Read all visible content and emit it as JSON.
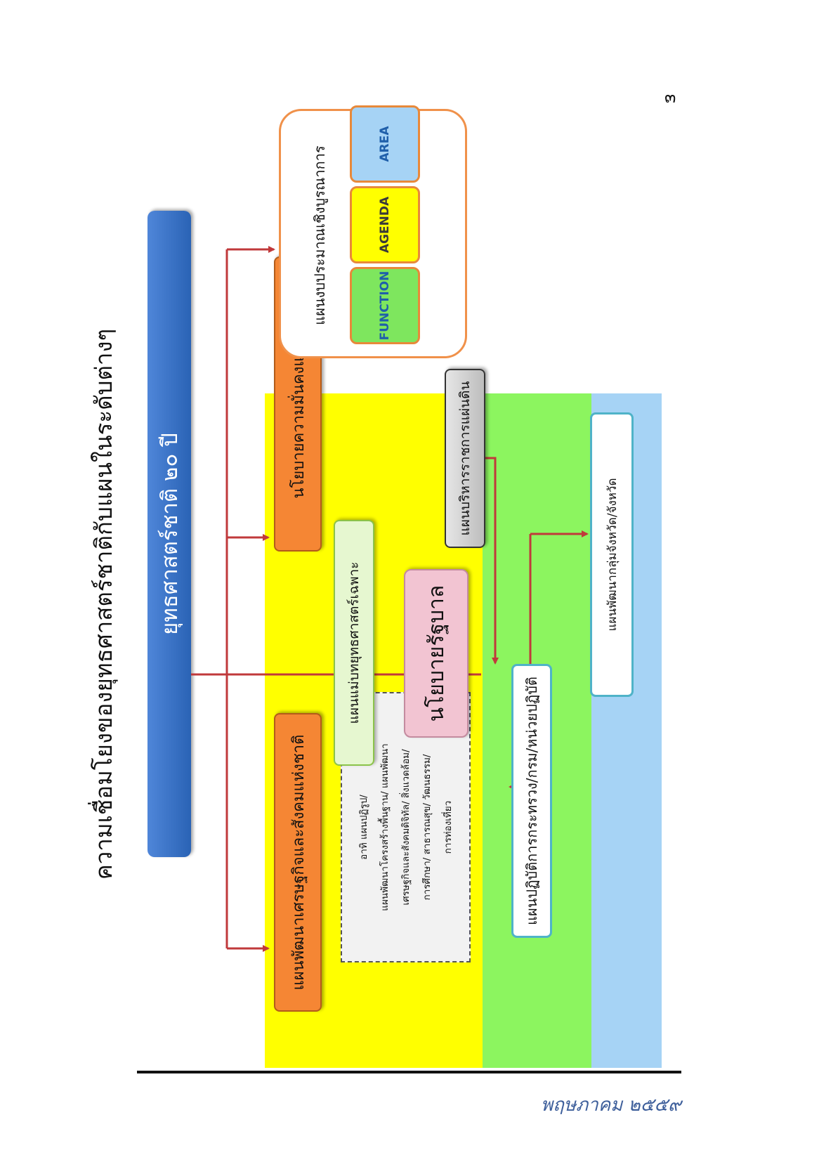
{
  "page_number": "๓",
  "footer": {
    "date": "พฤษภาคม ๒๕๕๙"
  },
  "diagram": {
    "title": "ความเชื่อมโยงของยุทธศาสตร์ชาติกับแผนในระดับต่างๆ",
    "strategy": "ยุทธศาสตร์ชาติ ๒๐ ปี",
    "economic_social_plan": "แผนพัฒนาเศรษฐกิจและสังคมแห่งชาติ",
    "security_policy": "นโยบายความมั่นคงแห่งชาติ",
    "strategy_master_plan": "แผนแม่บทยุทธศาสตร์เฉพาะ",
    "examples": {
      "lines": [
        "อาทิ แผนปฏิรูป/",
        "แผนพัฒนาโครงสร้างพื้นฐาน/ แผนพัฒนา",
        "เศรษฐกิจและสังคมดิจิทัล/ สิ่งแวดล้อม/",
        "การศึกษา/ สาธารณสุข/ วัฒนธรรม/",
        "การท่องเที่ยว"
      ]
    },
    "government_policy": "นโยบายรัฐบาล",
    "land_admin_plan": "แผนบริหารราชการแผ่นดิน",
    "ministry_plan": "แผนปฏิบัติการกระทรวง/กรม/หน่วยปฏิบัติ",
    "provincial_plan": "แผนพัฒนากลุ่มจังหวัด/จังหวัด",
    "budget": {
      "label": "แผนงบประมาณเชิงบูรณาการ",
      "items": [
        "FUNCTION",
        "AGENDA",
        "AREA"
      ]
    },
    "colors": {
      "strategy_bar": "#2a63b5",
      "orange_box": "#f58634",
      "yellow_band": "#ffff00",
      "green_band": "#8cf55f",
      "blue_band": "#a6d3f5",
      "arrow": "#c0393b"
    }
  }
}
